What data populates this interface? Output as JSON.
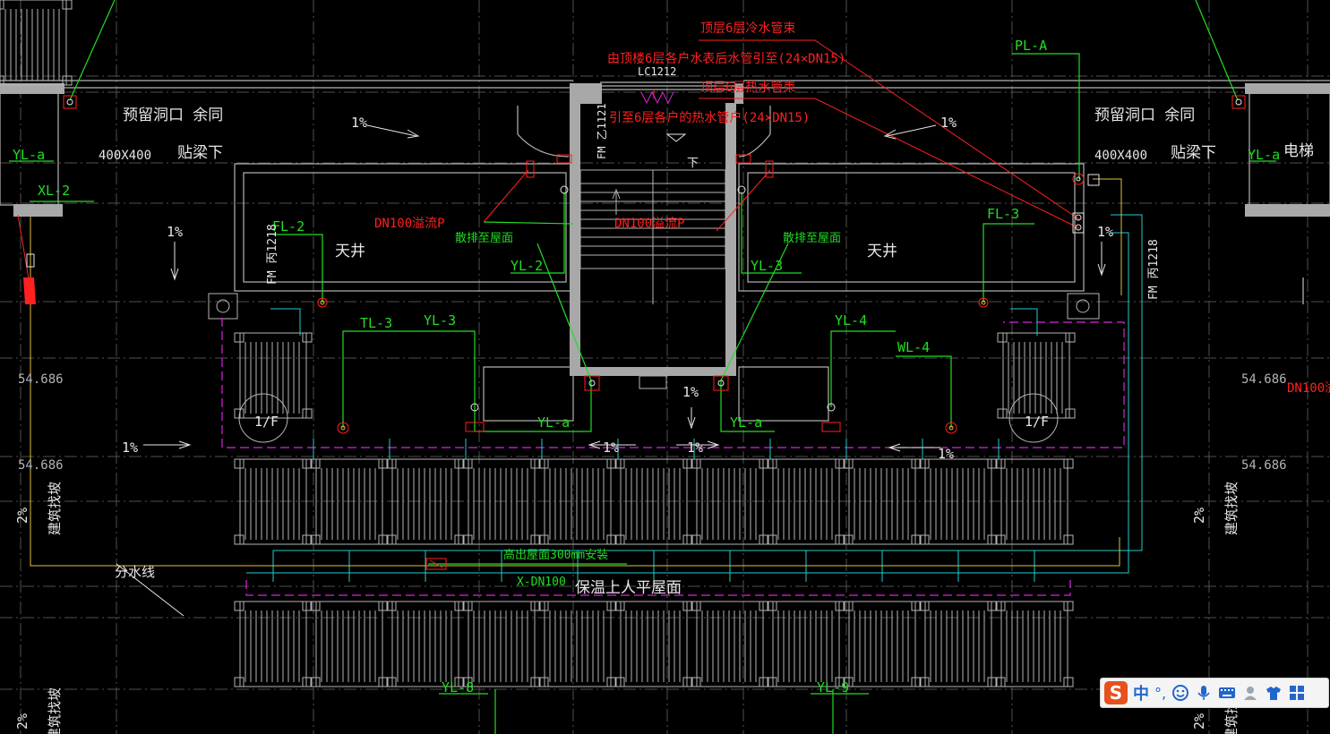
{
  "drawing": {
    "red_labels": [
      {
        "id": "r1",
        "text": "顶层6层冷水管束"
      },
      {
        "id": "r2",
        "text": "由顶楼6层各户水表后水管引至(24×DN15)"
      },
      {
        "id": "r3",
        "text": "顶层6层热水管束"
      },
      {
        "id": "r4",
        "text": "引至6层各户的热水管户(24×DN15)"
      },
      {
        "id": "r5",
        "text": "DN100溢流P"
      },
      {
        "id": "r6",
        "text": "DN100溢流P"
      },
      {
        "id": "r7",
        "text": "DN100溢"
      }
    ],
    "green_labels": [
      {
        "id": "g1",
        "text": "PL-A"
      },
      {
        "id": "g2",
        "text": "YL-a"
      },
      {
        "id": "g3",
        "text": "XL-2"
      },
      {
        "id": "g4",
        "text": "FL-2"
      },
      {
        "id": "g5",
        "text": "FL-3"
      },
      {
        "id": "g6",
        "text": "散排至屋面"
      },
      {
        "id": "g7",
        "text": "散排至屋面"
      },
      {
        "id": "g8",
        "text": "YL-2"
      },
      {
        "id": "g9",
        "text": "YL-3"
      },
      {
        "id": "g10",
        "text": "TL-3"
      },
      {
        "id": "g11",
        "text": "YL-3"
      },
      {
        "id": "g12",
        "text": "YL-4"
      },
      {
        "id": "g13",
        "text": "WL-4"
      },
      {
        "id": "g14",
        "text": "YL-a"
      },
      {
        "id": "g15",
        "text": "YL-a"
      },
      {
        "id": "g16",
        "text": "YL-a"
      },
      {
        "id": "g17",
        "text": "高出屋面300mm安装"
      },
      {
        "id": "g18",
        "text": "X-DN100"
      },
      {
        "id": "g19",
        "text": "YL-8"
      },
      {
        "id": "g20",
        "text": "YL-9"
      }
    ],
    "white_labels": [
      {
        "id": "w1",
        "text": "预留洞口 余同"
      },
      {
        "id": "w2",
        "text": "预留洞口 余同"
      },
      {
        "id": "w3",
        "text": "400X400"
      },
      {
        "id": "w4",
        "text": "贴梁下"
      },
      {
        "id": "w5",
        "text": "400X400"
      },
      {
        "id": "w6",
        "text": "贴梁下"
      },
      {
        "id": "w7",
        "text": "天井"
      },
      {
        "id": "w8",
        "text": "天井"
      },
      {
        "id": "w9",
        "text": "保温上人平屋面"
      },
      {
        "id": "w10",
        "text": "分水线"
      },
      {
        "id": "w11",
        "text": "电梯"
      },
      {
        "id": "w12",
        "text": "下"
      },
      {
        "id": "w13",
        "text": "LC1212"
      },
      {
        "id": "w14",
        "text": "FM 乙1121"
      },
      {
        "id": "w15",
        "text": "FM 丙1218"
      },
      {
        "id": "w16",
        "text": "FM 丙1218"
      },
      {
        "id": "w17",
        "text": "1/F"
      },
      {
        "id": "w18",
        "text": "1/F"
      }
    ],
    "slopes": [
      "1%",
      "1%",
      "1%",
      "1%",
      "1%",
      "1%",
      "1%",
      "1%",
      "1%",
      "2%",
      "2%",
      "2%",
      "2%"
    ],
    "elevations": [
      "54.686",
      "54.686",
      "54.686",
      "54.686"
    ],
    "vertical_notes": [
      "建筑找坡",
      "建筑找坡",
      "建筑找坡",
      "建筑找坡"
    ]
  },
  "ime_toolbar": {
    "logo": "S",
    "lang": "中",
    "punct": "°,",
    "icons": [
      "emoji-icon",
      "microphone-icon",
      "keyboard-icon",
      "user-icon",
      "skin-icon",
      "toolbox-icon"
    ]
  },
  "colors": {
    "background": "#000000",
    "grid": "#5a5a5a",
    "wall": "#b4b4b4",
    "red": "#ff2020",
    "green": "#22dd22",
    "cyan": "#22cccc",
    "magenta": "#e020e0",
    "yellow": "#e0c040",
    "white": "#e6e6e6"
  }
}
